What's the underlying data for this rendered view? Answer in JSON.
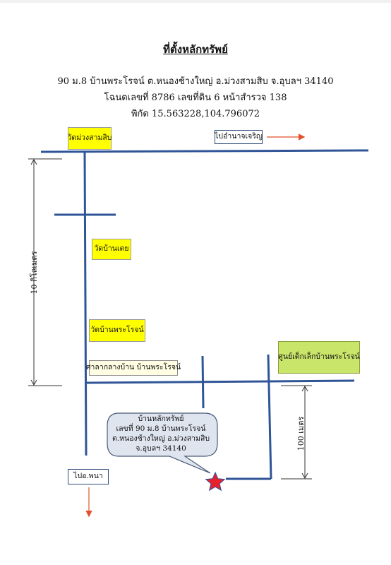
{
  "header": {
    "title": "ที่ตั้งหลักทรัพย์",
    "address_line1": "90 ม.8 บ้านพระโรจน์ ต.หนองช้างใหญ่ อ.ม่วงสามสิบ จ.อุบลฯ 34140",
    "address_line2": "โฉนดเลขที่ 8786 เลขที่ดิน 6 หน้าสำรวจ 138",
    "address_line3": "พิกัด  15.563228,104.796072"
  },
  "map": {
    "labels": {
      "wat_muang_samsip": "วัดม่วงสามสิบ",
      "to_amnat_charoen": "ไปอำนาจเจริญ",
      "wat_ban_loei": "วัดบ้านเตย",
      "wat_ban_phra_rot": "วัดบ้านพระโรจน์",
      "sala_klang_ban": "ศาลากลางบ้าน บ้านพระโรจน์",
      "child_center": "ศูนย์เด็กเล็กบ้านพระโรจน์",
      "to_phana": "ไปอ.พนา",
      "distance_10km": "10 กิโลเมตร",
      "distance_100m": "100 เมตร"
    },
    "callout": {
      "line1": "บ้านหลักทรัพย์",
      "line2": "เลขที่ 90 ม.8 บ้านพระโรจน์",
      "line3": "ต.หนองช้างใหญ่ อ.ม่วงสามสิบ",
      "line4": "จ.อุบลฯ 34140"
    },
    "colors": {
      "road": "#2f5597",
      "arrow": "#e0522b",
      "star": "#e8202a",
      "callout_fill": "#dfe5ef",
      "label_yellow": "#ffff00",
      "label_green": "#c9e56a"
    }
  }
}
